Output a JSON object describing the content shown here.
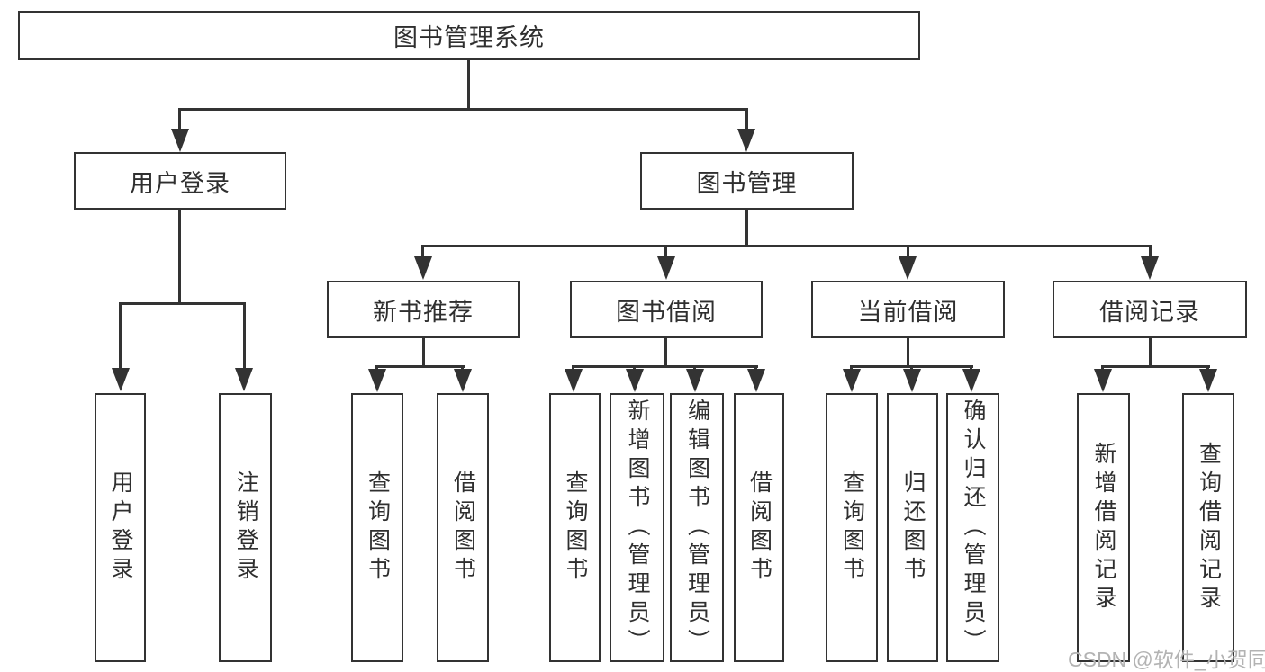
{
  "colors": {
    "line": "#333333",
    "text": "#2f2f2f",
    "watermark": "#b3b3b3",
    "background": "#ffffff"
  },
  "watermark": "CSDN @软件_小贺同学",
  "nodes": {
    "root": "图书管理系统",
    "level2": {
      "user_login": "用户登录",
      "book_management": "图书管理"
    },
    "level3": {
      "new_book_recommendation": "新书推荐",
      "book_borrowing": "图书借阅",
      "current_borrowing": "当前借阅",
      "borrowing_records": "借阅记录"
    },
    "leaves": [
      "用户登录",
      "注销登录",
      "查询图书",
      "借阅图书",
      "查询图书",
      "新增图书（管理员）",
      "编辑图书（管理员）",
      "借阅图书",
      "查询图书",
      "归还图书",
      "确认归还（管理员）",
      "新增借阅记录",
      "查询借阅记录"
    ]
  }
}
